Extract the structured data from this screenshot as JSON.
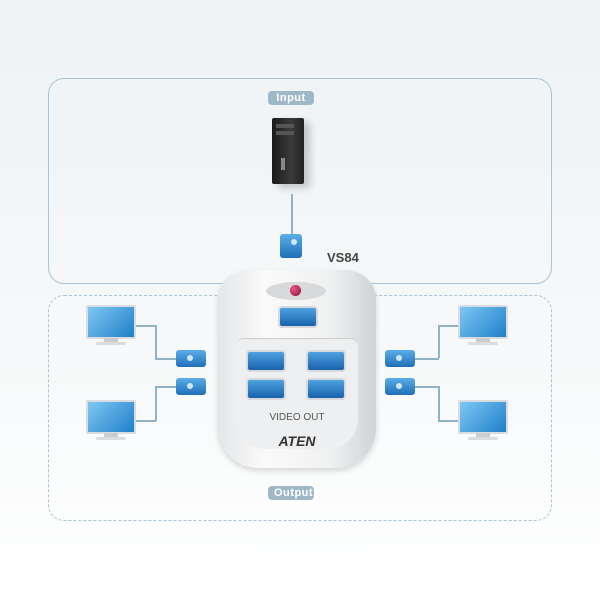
{
  "labels": {
    "input": "Input",
    "output": "Output",
    "model": "VS84"
  },
  "device": {
    "port_label": "VIDEO OUT",
    "brand": "ATEN"
  },
  "colors": {
    "frame": "#a9c4d6",
    "pill": "#9fb8c8",
    "connector": "#1f6fb8"
  }
}
